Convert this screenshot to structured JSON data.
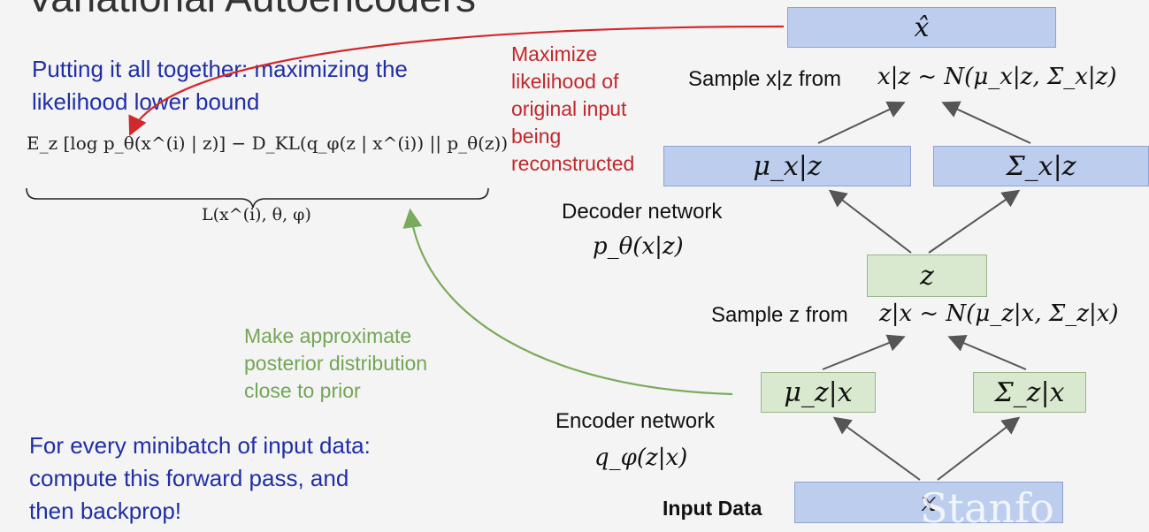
{
  "slide": {
    "title": "Variational Autoencoders",
    "intro_text": "Putting it all together: maximizing the likelihood lower bound",
    "formula": "E_z [log p_θ(x^(i) | z)] − D_KL(q_φ(z | x^(i)) || p_θ(z))",
    "formula_label": "L(x^(i), θ, φ)",
    "red_note": "Maximize likelihood of original input being reconstructed",
    "green_note": "Make approximate posterior distribution close to prior",
    "minibatch_note": "For every minibatch of input data: compute this forward pass, and then backprop!",
    "watermark": "Stanfo"
  },
  "diagram": {
    "output_box": "x̂",
    "sample_xz_label": "Sample x|z from",
    "sample_xz_math": "x|z ~ N(μ_x|z, Σ_x|z)",
    "mu_x_box": "μ_x|z",
    "sigma_x_box": "Σ_x|z",
    "decoder_label": "Decoder network",
    "decoder_math": "p_θ(x|z)",
    "z_box": "z",
    "sample_z_label": "Sample z from",
    "sample_z_math": "z|x ~ N(μ_z|x, Σ_z|x)",
    "mu_z_box": "μ_z|x",
    "sigma_z_box": "Σ_z|x",
    "encoder_label": "Encoder network",
    "encoder_math": "q_φ(z|x)",
    "input_label": "Input Data",
    "input_box": "x"
  },
  "colors": {
    "blue_box": "#bccdee",
    "green_box": "#d8e9cf",
    "red_arrow": "#d2282c",
    "green_arrow": "#7aab5c",
    "blue_text": "#1f2fa5"
  }
}
